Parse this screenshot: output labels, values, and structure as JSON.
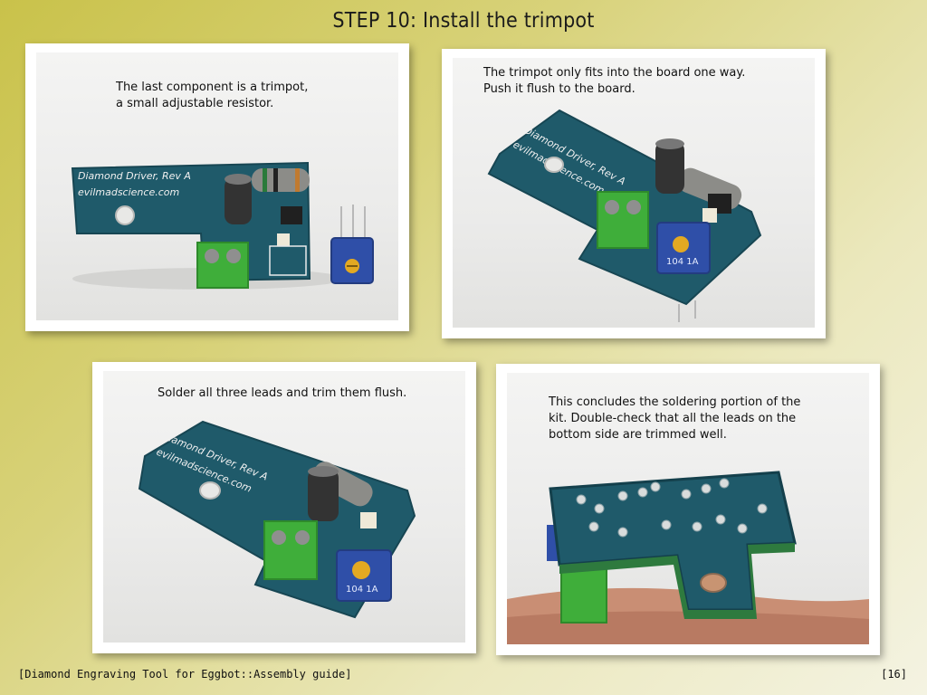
{
  "slide": {
    "title": "STEP 10: Install the trimpot",
    "footer_left": "[Diamond Engraving Tool for Eggbot::Assembly guide]",
    "page_number": "[16]"
  },
  "panels": [
    {
      "caption": "The last component is a trimpot,\na small adjustable resistor."
    },
    {
      "caption": "The trimpot only fits into the board one way.\nPush it flush to the board."
    },
    {
      "caption": "Solder all three leads and trim them flush."
    },
    {
      "caption": "This concludes the soldering portion of the\nkit.  Double-check that all the leads on the\nbottom side are trimmed well."
    }
  ],
  "pcb": {
    "line1": "Diamond Driver, Rev A",
    "line2": "evilmadscience.com",
    "trimpot_label": "104 1A"
  },
  "colors": {
    "pcb": "#1f5a6a",
    "terminal": "#3fae3a",
    "trimpot": "#2f4fa8"
  }
}
